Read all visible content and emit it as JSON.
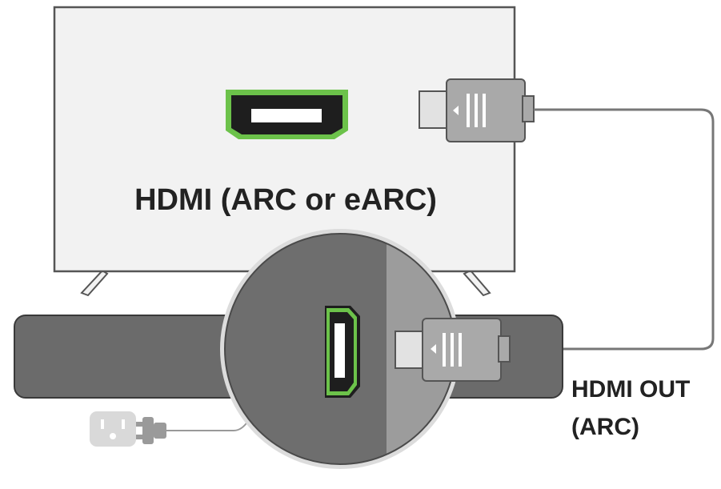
{
  "labels": {
    "tv_port": "HDMI (ARC or eARC)",
    "soundbar_port_line1": "HDMI OUT",
    "soundbar_port_line2": "(ARC)"
  },
  "colors": {
    "highlight": "#6cc24a",
    "tv_fill": "#f2f2f2",
    "outline": "#555555",
    "soundbar": "#6b6b6b",
    "zoom_circle": "#6e6e6e",
    "zoom_circle_light": "#9c9c9c",
    "cable": "#777777",
    "plug": "#a9a9a9",
    "outlet": "#d9d9d9"
  },
  "icons": [
    "hdmi-port-icon",
    "hdmi-plug-icon",
    "power-plug-icon",
    "wall-outlet-icon"
  ]
}
